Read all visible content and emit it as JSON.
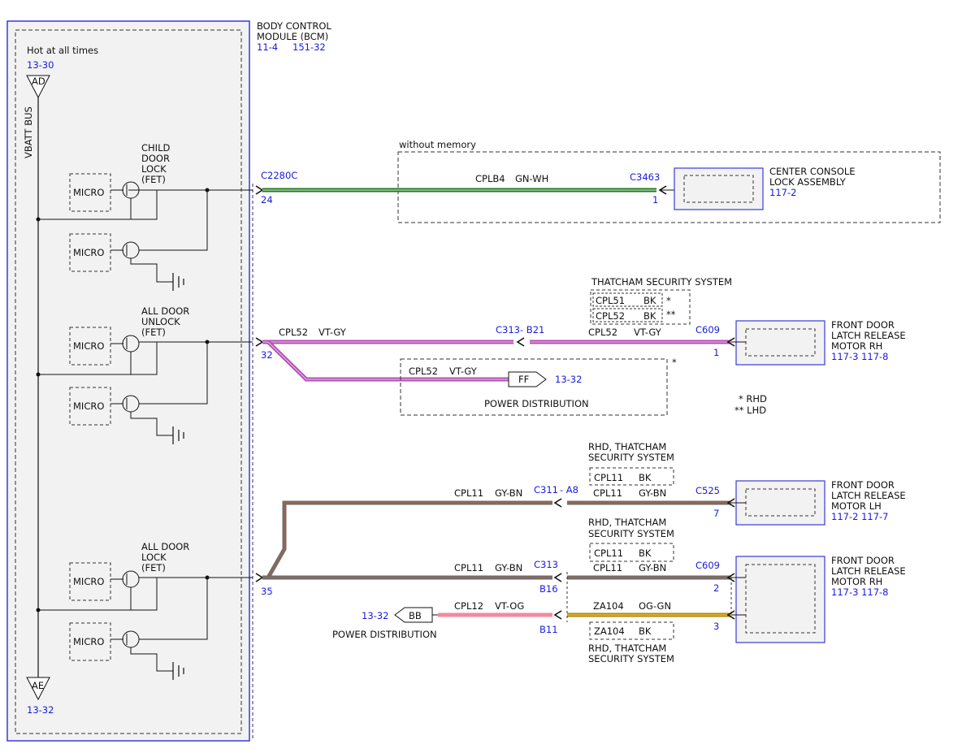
{
  "colors": {
    "module_border": "#3a3ad8",
    "module_fill": "#f2f2f2",
    "reference": "#1a1adb",
    "wire_gn_wh_base": "#1f7a1f",
    "wire_gn_wh_stripe": "#e8f5e8",
    "wire_vt_gy_base": "#b34fb3",
    "wire_vt_gy_stripe": "#e6c8e6",
    "wire_gy_bn_base": "#7a7a7a",
    "wire_gy_bn_stripe": "#9a5a3a",
    "wire_vt_og": "#f08aa0",
    "wire_og_gn_base": "#b8860b",
    "wire_og_gn_stripe": "#e0b020"
  },
  "bcm": {
    "name_line1": "BODY CONTROL",
    "name_line2": "MODULE (BCM)",
    "ref1": "11-4",
    "ref2": "151-32",
    "hot_label": "Hot at all times",
    "bus_label": "VBATT BUS",
    "top_ref": "13-30",
    "top_node": "AD",
    "bottom_node": "AE",
    "bottom_ref": "13-32",
    "micro_label": "MICRO",
    "child_lock": [
      "CHILD",
      "DOOR",
      "LOCK",
      "(FET)"
    ],
    "all_unlock": [
      "ALL DOOR",
      "UNLOCK",
      "(FET)"
    ],
    "all_lock": [
      "ALL DOOR",
      "LOCK",
      "(FET)"
    ]
  },
  "circuit_child": {
    "connector": "C2280C",
    "pin": "24",
    "group_label": "without memory",
    "circuit": "CPLB4",
    "color_code": "GN-WH",
    "far_connector": "C3463",
    "far_pin": "1",
    "component_line1": "CENTER CONSOLE",
    "component_line2": "LOCK ASSEMBLY",
    "component_ref": "117-2"
  },
  "circuit_unlock": {
    "pin": "32",
    "circuit": "CPL52",
    "color_code": "VT-GY",
    "inline_connector": "C313",
    "inline_pin": "- B21",
    "circuit2": "CPL52",
    "color_code2": "VT-GY",
    "far_connector": "C609",
    "far_pin": "1",
    "thatcham_title": "THATCHAM SECURITY SYSTEM",
    "thatcham_rows": [
      {
        "circuit": "CPL51",
        "color": "BK",
        "mark": "*"
      },
      {
        "circuit": "CPL52",
        "color": "BK",
        "mark": "**"
      }
    ],
    "branch_circuit": "CPL52",
    "branch_color": "VT-GY",
    "branch_node": "FF",
    "branch_ref": "13-32",
    "branch_group": "POWER DISTRIBUTION",
    "branch_mark": "*",
    "component_line1": "FRONT DOOR",
    "component_line2": "LATCH RELEASE",
    "component_line3": "MOTOR RH",
    "component_ref": "117-3  117-8",
    "legend1": "*  RHD",
    "legend2": "** LHD"
  },
  "circuit_lock": {
    "pin": "35",
    "note1_line1": "RHD, THATCHAM",
    "note1_line2": "SECURITY SYSTEM",
    "note1_circuit": "CPL11",
    "note1_color": "BK",
    "lh_inline_circuit": "CPL11",
    "lh_inline_color": "GY-BN",
    "lh_inline_connector": "C311",
    "lh_inline_pin": "- A8",
    "lh_circuit2": "CPL11",
    "lh_color2": "GY-BN",
    "lh_far_connector": "C525",
    "lh_far_pin": "7",
    "lh_component_line1": "FRONT DOOR",
    "lh_component_line2": "LATCH RELEASE",
    "lh_component_line3": "MOTOR LH",
    "lh_component_ref": "117-2  117-7",
    "note2_line1": "RHD, THATCHAM",
    "note2_line2": "SECURITY SYSTEM",
    "note2_circuit": "CPL11",
    "note2_color": "BK",
    "rh_inline_circuit": "CPL11",
    "rh_inline_color": "GY-BN",
    "rh_inline_connector": "C313",
    "rh_inline_pin": "B16",
    "rh_circuit2": "CPL11",
    "rh_color2": "GY-BN",
    "rh_far_connector": "C609",
    "rh_far_pin": "2",
    "rh_component_line1": "FRONT DOOR",
    "rh_component_line2": "LATCH RELEASE",
    "rh_component_line3": "MOTOR RH",
    "rh_component_ref": "117-3  117-8",
    "pd_ref": "13-32",
    "pd_node": "BB",
    "pd_label": "POWER DISTRIBUTION",
    "pd_circuit": "CPL12",
    "pd_color": "VT-OG",
    "pd_pin": "B11",
    "za_circuit": "ZA104",
    "za_color": "OG-GN",
    "za_far_pin": "3",
    "note3_circuit": "ZA104",
    "note3_color": "BK",
    "note3_line1": "RHD, THATCHAM",
    "note3_line2": "SECURITY SYSTEM"
  }
}
